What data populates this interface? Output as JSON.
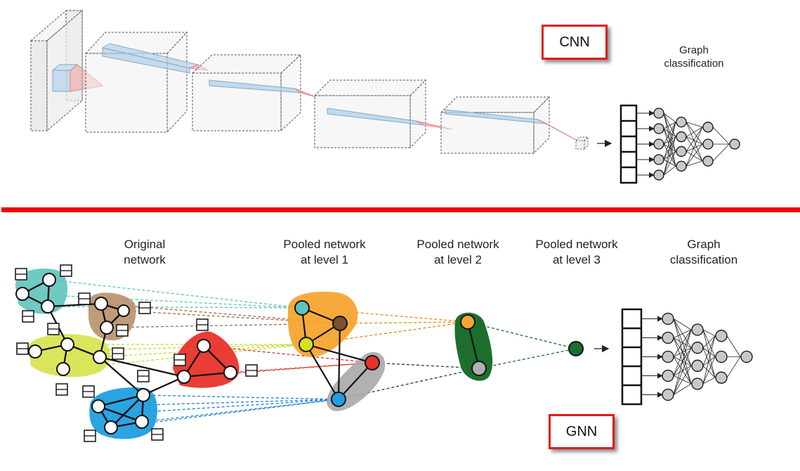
{
  "cnn": {
    "tag": "CNN",
    "output_label_line1": "Graph",
    "output_label_line2": "classification"
  },
  "gnn": {
    "tag": "GNN",
    "stages": [
      {
        "line1": "Original",
        "line2": "network"
      },
      {
        "line1": "Pooled network",
        "line2": "at level 1"
      },
      {
        "line1": "Pooled network",
        "line2": "at level 2"
      },
      {
        "line1": "Pooled network",
        "line2": "at level 3"
      },
      {
        "line1": "Graph",
        "line2": "classification"
      }
    ]
  },
  "colors": {
    "accent_red": "#e41a1c",
    "cluster_teal": "#5fc4bc",
    "cluster_brown": "#b8906a",
    "cluster_lime": "#d7e24a",
    "cluster_red": "#e8332a",
    "cluster_blue": "#1f9fe0",
    "level1_orange": "#f7a530",
    "level1_gray": "#a8a8a8",
    "level2_green": "#1d6e2e",
    "classifier_node": "#c8c8c8"
  }
}
